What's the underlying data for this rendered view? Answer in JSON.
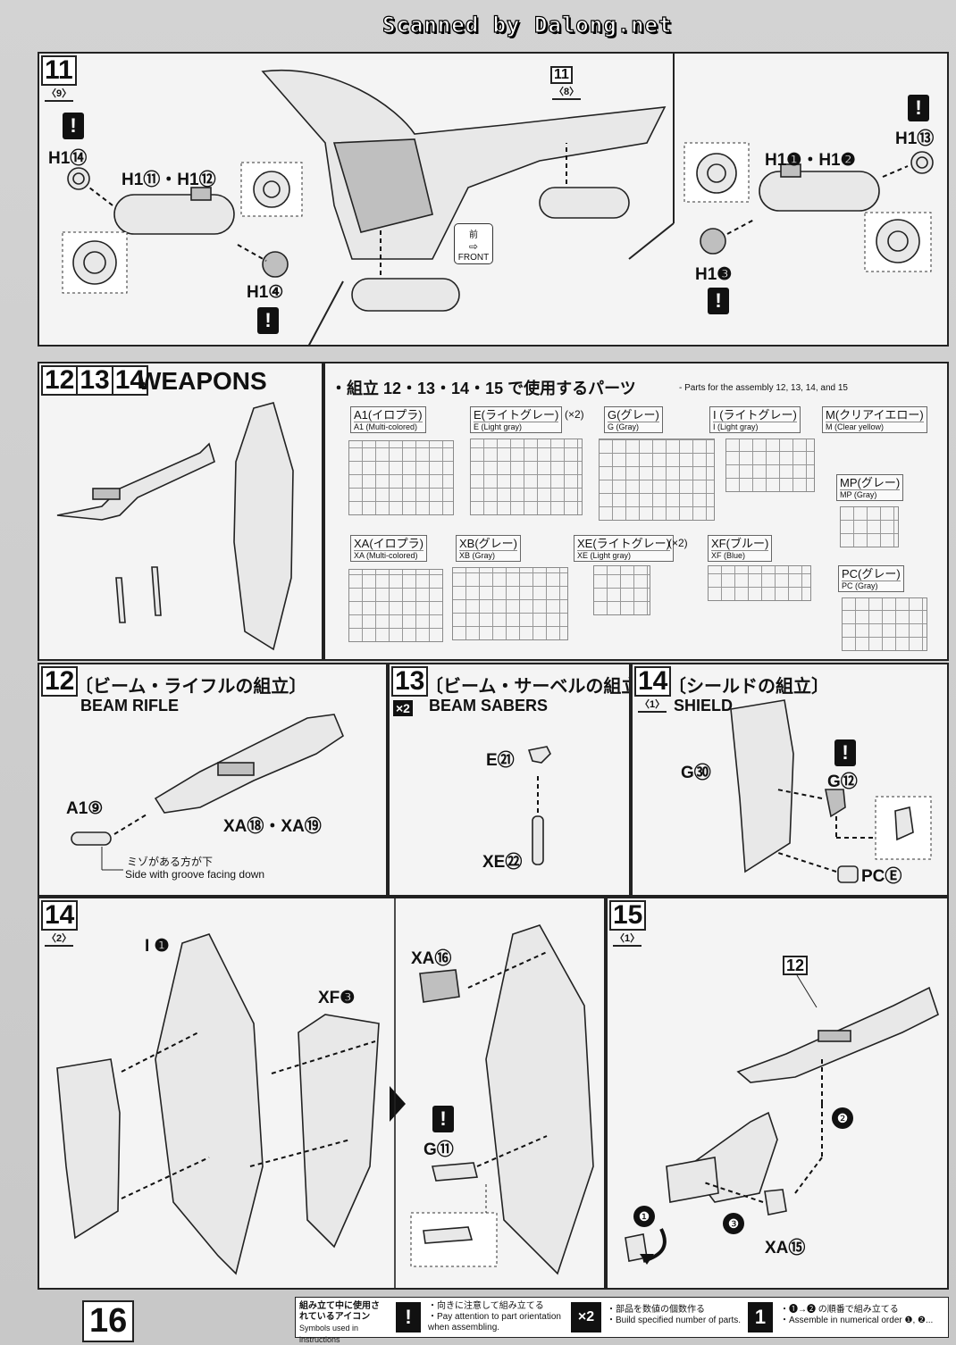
{
  "watermark": "Scanned by Dalong.net",
  "step11": {
    "num": "11",
    "sub": "〈9〉",
    "ref_num": "11",
    "ref_sub": "〈8〉",
    "labels": {
      "h1_14": "H1⑭",
      "h1_11_12": "H1⑪・H1⑫",
      "h1_4": "H1④",
      "h1_1_2": "H1❶・H1❷",
      "h1_13": "H1⑬",
      "h1_3": "H1❸"
    },
    "front_jp": "前",
    "front_en": "FRONT"
  },
  "weapons": {
    "nums": [
      "12",
      "13",
      "14"
    ],
    "title": "WEAPONS",
    "parts_heading_jp": "・組立 12・13・14・15 で使用するパーツ",
    "parts_heading_en": "- Parts for the assembly 12, 13, 14, and 15",
    "runners": [
      {
        "jp": "A1(イロプラ)",
        "en": "A1 (Multi-colored)"
      },
      {
        "jp": "E(ライトグレー)",
        "en": "E (Light gray)",
        "mult": "(×2)"
      },
      {
        "jp": "G(グレー)",
        "en": "G (Gray)"
      },
      {
        "jp": "I (ライトグレー)",
        "en": "I (Light gray)"
      },
      {
        "jp": "M(クリアイエロー)",
        "en": "M (Clear yellow)"
      },
      {
        "jp": "MP(グレー)",
        "en": "MP (Gray)"
      },
      {
        "jp": "XA(イロプラ)",
        "en": "XA (Multi-colored)"
      },
      {
        "jp": "XB(グレー)",
        "en": "XB (Gray)"
      },
      {
        "jp": "XE(ライトグレー)",
        "en": "XE (Light gray)",
        "mult": "(×2)"
      },
      {
        "jp": "XF(ブルー)",
        "en": "XF (Blue)"
      },
      {
        "jp": "PC(グレー)",
        "en": "PC (Gray)"
      }
    ]
  },
  "step12": {
    "num": "12",
    "title_jp": "〔ビーム・ライフルの組立〕",
    "title_en": "BEAM RIFLE",
    "label_a1": "A1⑨",
    "label_xa": "XA⑱・XA⑲",
    "note_jp": "ミゾがある方が下",
    "note_en": "Side with groove facing down"
  },
  "step13": {
    "num": "13",
    "mult": "×2",
    "title_jp": "〔ビーム・サーベルの組立〕",
    "title_en": "BEAM SABERS",
    "label_e": "E㉑",
    "label_xe": "XE㉒"
  },
  "step14a": {
    "num": "14",
    "sub": "〈1〉",
    "title_jp": "〔シールドの組立〕",
    "title_en": "SHIELD",
    "label_g30": "G㉚",
    "label_g12": "G⑫",
    "label_pc": "PCⒺ"
  },
  "step14b": {
    "num": "14",
    "sub": "〈2〉",
    "label_i1": "I ❶",
    "label_xf3": "XF❸",
    "label_xa16": "XA⑯",
    "label_g11": "G⑪"
  },
  "step15": {
    "num": "15",
    "sub": "〈1〉",
    "label_12": "12",
    "label_xa15": "XA⑮",
    "order": [
      "❶",
      "❷",
      "❸"
    ]
  },
  "footer": {
    "page": "16",
    "icons_jp": "組み立て中に使用されているアイコン",
    "icons_en": "Symbols used in instructions",
    "attention_jp": "・向きに注意して組み立てる",
    "attention_en": "・Pay attention to part orientation when assembling.",
    "multiple_icon": "×2",
    "multiple_jp": "・部品を数値の個数作る",
    "multiple_en": "・Build specified number of parts.",
    "order_icon": "1",
    "order_jp": "・❶→❷ の順番で組み立てる",
    "order_en": "・Assemble in numerical order ❶, ❷..."
  }
}
